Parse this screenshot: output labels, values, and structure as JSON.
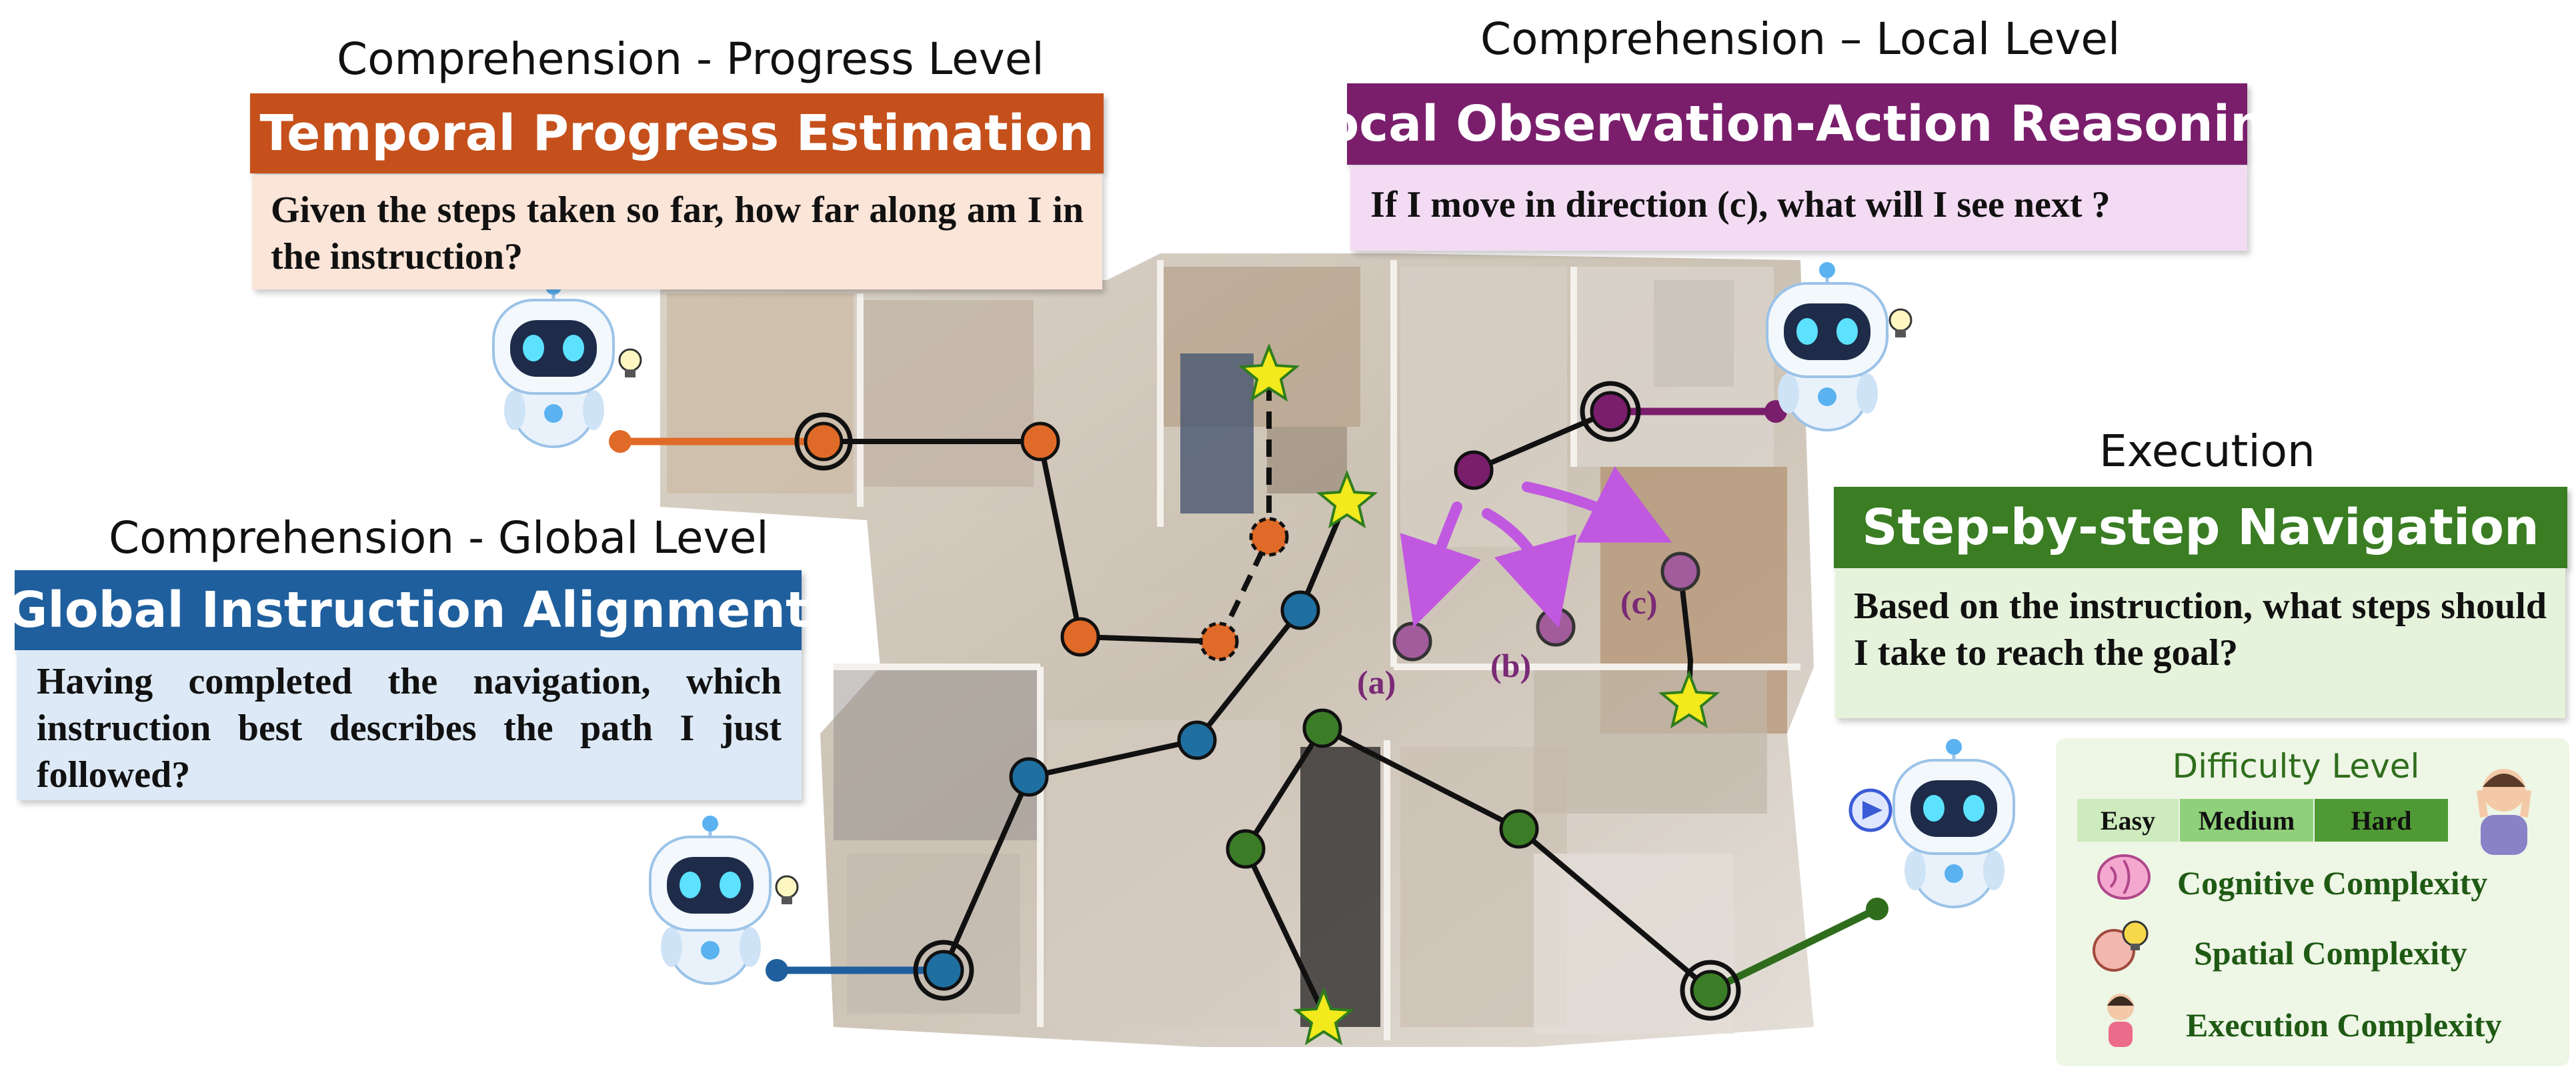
{
  "sections": {
    "progress": {
      "heading": "Comprehension - Progress Level",
      "banner": "Temporal Progress Estimation",
      "question": "Given the steps taken so far, how far along am I in the instruction?",
      "color": "#c5501b",
      "box_color": "#fbe4d8"
    },
    "local": {
      "heading": "Comprehension – Local Level",
      "banner": "Local Observation-Action Reasoning",
      "question": "If I move in direction (c), what will I see next ?",
      "color": "#7a1e6c",
      "box_color": "#f3dcf3"
    },
    "global": {
      "heading": "Comprehension - Global Level",
      "banner": "Global Instruction Alignment",
      "question": "Having completed the navigation, which instruction best describes the path I just followed?",
      "color": "#1f5f9e",
      "box_color": "#dde9f6"
    },
    "execution": {
      "heading": "Execution",
      "banner": "Step-by-step Navigation",
      "question": "Based on the instruction, what steps should I take to reach the goal?",
      "color": "#3a7d23",
      "box_color": "#e6f3dc"
    }
  },
  "direction_labels": [
    "(a)",
    "(b)",
    "(c)"
  ],
  "difficulty": {
    "title": "Difficulty Level",
    "levels": [
      "Easy",
      "Medium",
      "Hard"
    ],
    "level_colors": [
      "#cdebbd",
      "#8fd07a",
      "#4f9a34"
    ],
    "complexities": [
      "Cognitive Complexity",
      "Spatial Complexity",
      "Execution Complexity"
    ]
  },
  "icons": [
    "robot-icon",
    "lightbulb-icon",
    "brain-icon",
    "pointer-icon",
    "child-icon",
    "stressed-person-icon",
    "star-goal-icon"
  ]
}
